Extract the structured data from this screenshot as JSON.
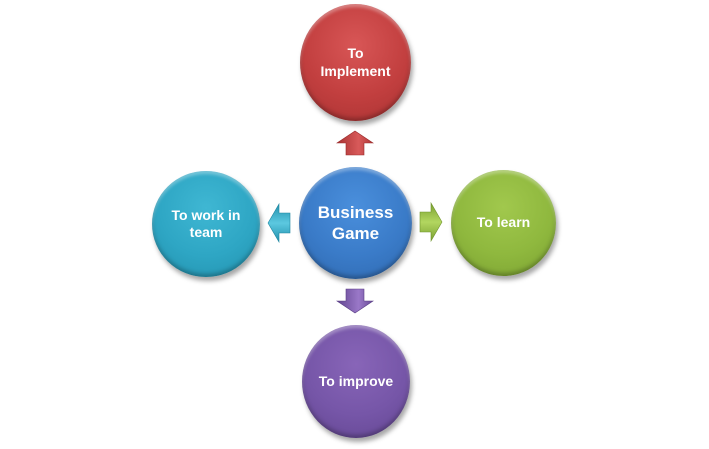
{
  "diagram": {
    "center": {
      "label_line1": "Business",
      "label_line2": "Game",
      "color": "#3a7bc8"
    },
    "nodes": {
      "top": {
        "label_line1": "To",
        "label_line2": "Implement",
        "color": "#c23f3f"
      },
      "left": {
        "label_line1": "To work in",
        "label_line2": "team",
        "color": "#2ea6c4"
      },
      "right": {
        "label": "To learn",
        "color": "#8fb83e"
      },
      "bottom": {
        "label": "To improve",
        "color": "#7656a8"
      }
    },
    "arrows": [
      {
        "direction": "up",
        "target": "top",
        "color": "#c23f3f"
      },
      {
        "direction": "left",
        "target": "left",
        "color": "#2ea6c4"
      },
      {
        "direction": "right",
        "target": "right",
        "color": "#8fb83e"
      },
      {
        "direction": "down",
        "target": "bottom",
        "color": "#7656a8"
      }
    ]
  }
}
